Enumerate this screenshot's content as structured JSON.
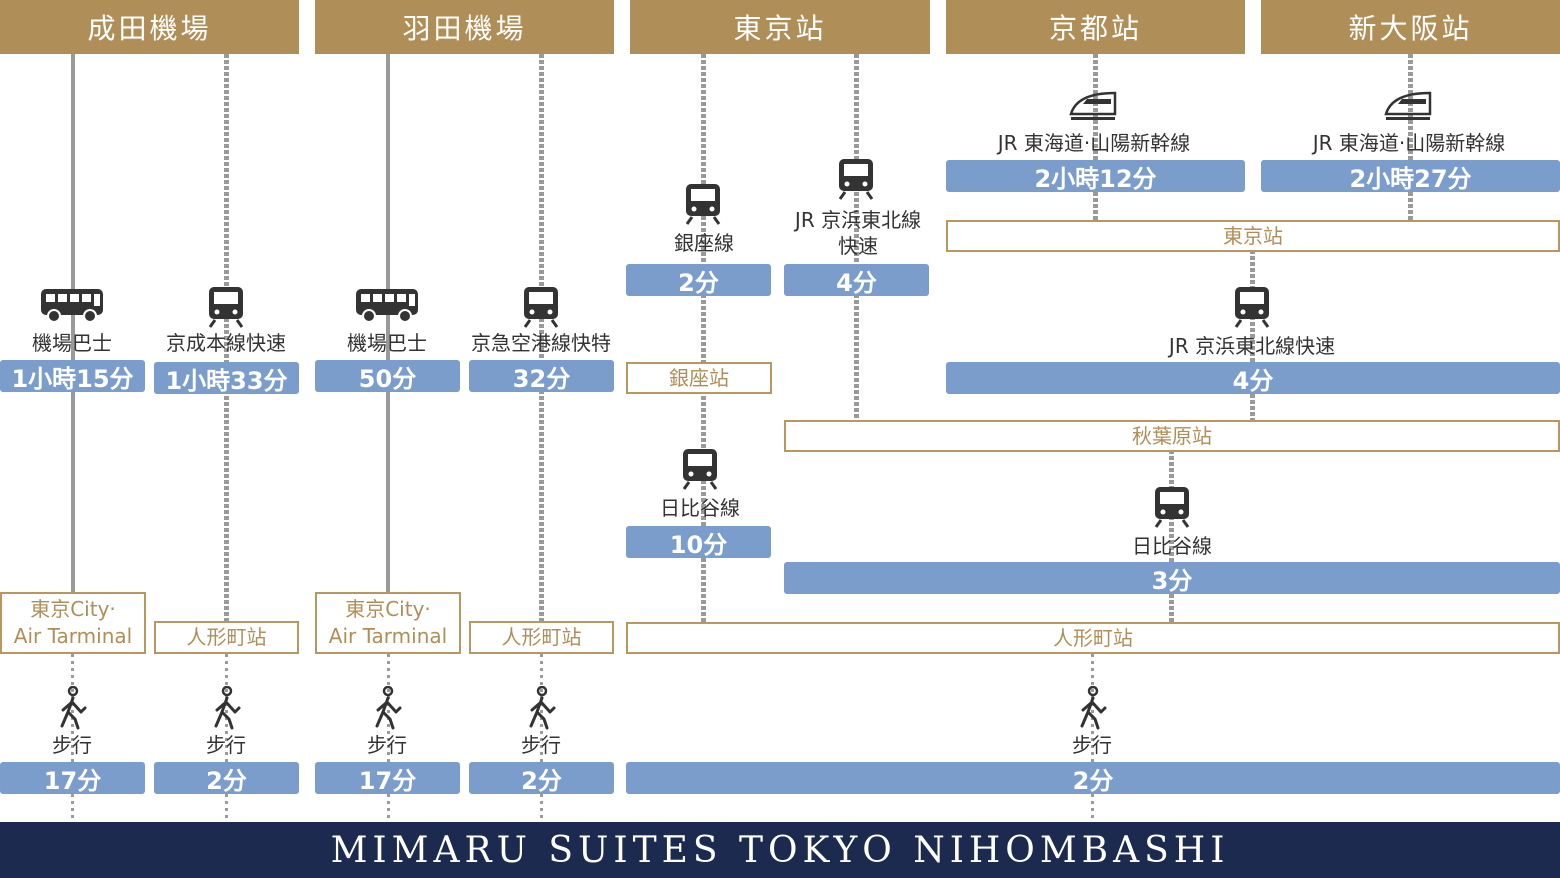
{
  "headers": {
    "narita": "成田機場",
    "haneda": "羽田機場",
    "tokyo": "東京站",
    "kyoto": "京都站",
    "shinosaka": "新大阪站"
  },
  "narita": {
    "bus_label": "機場巴士",
    "bus_time": "1小時15分",
    "rail_label": "京成本線快速",
    "rail_time": "1小時33分",
    "bus_station": "東京City·\nAir Tarminal",
    "rail_station": "人形町站",
    "walk_label_1": "步行",
    "walk_time_1": "17分",
    "walk_label_2": "步行",
    "walk_time_2": "2分"
  },
  "haneda": {
    "bus_label": "機場巴士",
    "bus_time": "50分",
    "rail_label": "京急空港線快特",
    "rail_time": "32分",
    "bus_station": "東京City·\nAir Tarminal",
    "rail_station": "人形町站",
    "walk_label_1": "步行",
    "walk_time_1": "17分",
    "walk_label_2": "步行",
    "walk_time_2": "2分"
  },
  "tokyo": {
    "ginza_label": "銀座線",
    "ginza_time": "2分",
    "keihin_label": "JR 京浜東北線\n快速",
    "keihin_time": "4分",
    "ginza_station": "銀座站",
    "hibiya_label": "日比谷線",
    "hibiya_time": "10分"
  },
  "kyoto": {
    "shinkansen_label": "JR 東海道·山陽新幹線",
    "shinkansen_time": "2小時12分"
  },
  "shinosaka": {
    "shinkansen_label": "JR 東海道·山陽新幹線",
    "shinkansen_time": "2小時27分"
  },
  "shared": {
    "tokyo_station": "東京站",
    "keihin_label": "JR 京浜東北線快速",
    "keihin_time": "4分",
    "akihabara_station": "秋葉原站",
    "hibiya_label": "日比谷線",
    "hibiya_time": "3分",
    "ningyocho_station": "人形町站",
    "walk_label": "步行",
    "walk_time": "2分"
  },
  "footer": "MIMARU SUITES TOKYO NIHOMBASHI",
  "colors": {
    "header": "#b08e57",
    "time_bar": "#7b9dcc",
    "station_border": "#b9975f",
    "footer": "#1b2a4e",
    "route_line": "#9a9a9a"
  }
}
